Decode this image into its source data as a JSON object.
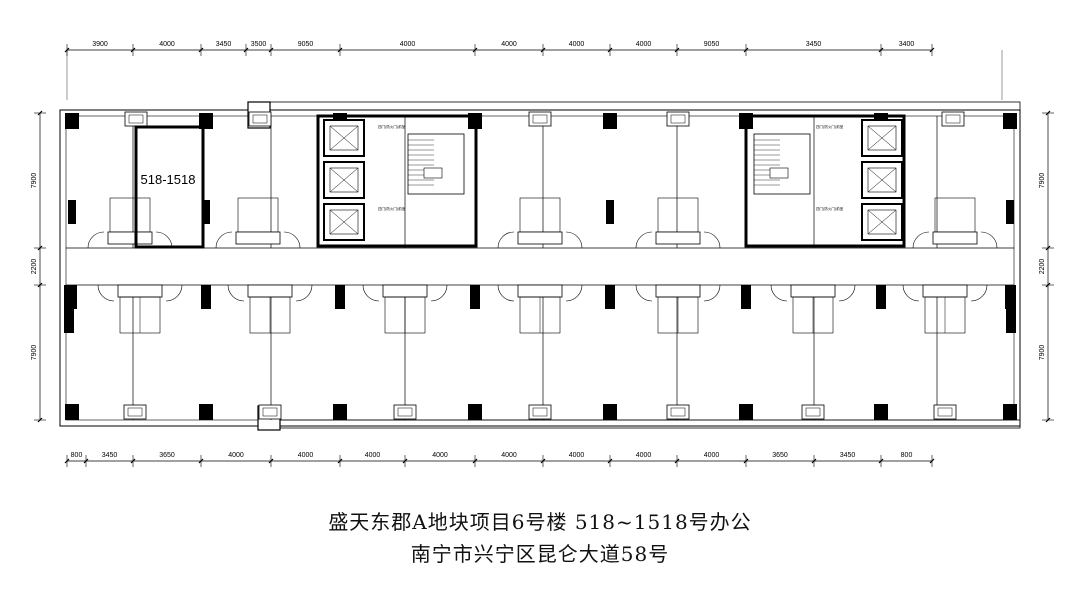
{
  "plan": {
    "top_dims": [
      "3900",
      "4000",
      "3450",
      "3500",
      "9050",
      "4000",
      "4000",
      "4000",
      "4000",
      "9050",
      "3450",
      "3400"
    ],
    "bottom_dims": [
      "800",
      "3450",
      "3650",
      "4000",
      "4000",
      "4000",
      "4000",
      "4000",
      "4000",
      "4000",
      "4000",
      "3650",
      "3450",
      "800"
    ],
    "left_dims": [
      "7900",
      "2200",
      "7900"
    ],
    "right_dims": [
      "7900",
      "2200",
      "7900"
    ],
    "highlighted_unit": "518-1518",
    "stair_notes": [
      "四门(防火门)前室",
      "四门(防火门)前室"
    ]
  },
  "title": {
    "line1": "盛天东郡A地块项目6号楼 518~1518号办公",
    "line2": "南宁市兴宁区昆仑大道58号"
  }
}
